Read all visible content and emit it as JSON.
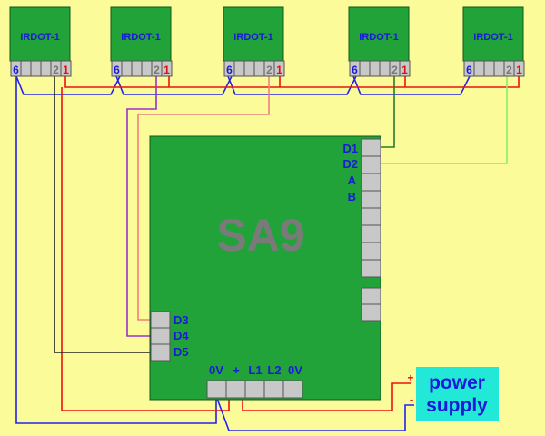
{
  "colors": {
    "background": "#fbfb99",
    "board": "#22a33a",
    "terminal": "#c8c8c8",
    "label_blue": "#1a1ad8",
    "label_red": "#e01010",
    "wire_blue": "#2222ee",
    "wire_red": "#ee1111",
    "wire_black": "#222222",
    "wire_purple": "#9933cc",
    "wire_salmon": "#f08080",
    "wire_darkgreen": "#2a7a2a",
    "wire_lightgreen": "#88ee66",
    "power_box": "#22e8d8",
    "sa9_text": "#7a7a7a"
  },
  "detectors": [
    {
      "label": "IRDOT-1",
      "pin_left": "6",
      "pin_2": "2",
      "pin_1": "1"
    },
    {
      "label": "IRDOT-1",
      "pin_left": "6",
      "pin_2": "2",
      "pin_1": "1"
    },
    {
      "label": "IRDOT-1",
      "pin_left": "6",
      "pin_2": "2",
      "pin_1": "1"
    },
    {
      "label": "IRDOT-1",
      "pin_left": "6",
      "pin_2": "2",
      "pin_1": "1"
    },
    {
      "label": "IRDOT-1",
      "pin_left": "6",
      "pin_2": "2",
      "pin_1": "1"
    }
  ],
  "board": {
    "title": "SA9",
    "right_labels": [
      "D1",
      "D2",
      "A",
      "B"
    ],
    "left_labels": [
      "D3",
      "D4",
      "D5"
    ],
    "bottom_labels": [
      "0V",
      "+",
      "L1",
      "L2",
      "0V"
    ]
  },
  "power_supply": {
    "line1": "power",
    "line2": "supply",
    "plus": "+",
    "minus": "-"
  }
}
